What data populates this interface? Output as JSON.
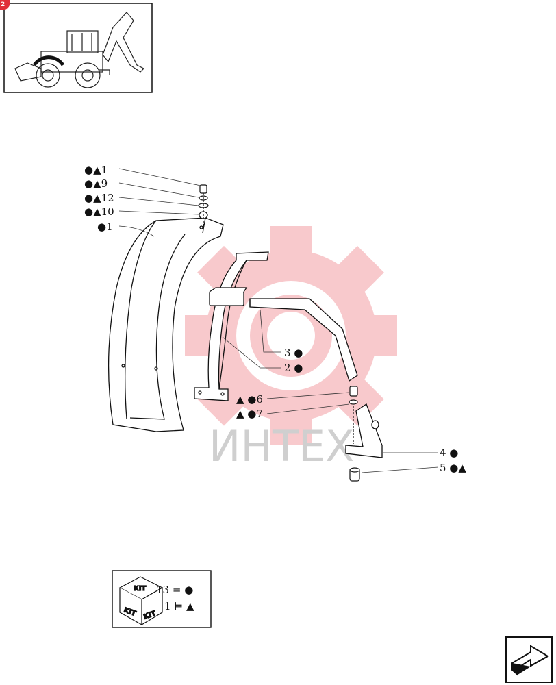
{
  "badge": {
    "text": "2",
    "color": "#e0303a"
  },
  "watermark": {
    "text": "ИНТЕХ",
    "gear_color": "#f6b8bc"
  },
  "callouts_left": [
    {
      "text": "●▲1"
    },
    {
      "text": "●▲9"
    },
    {
      "text": "●▲12"
    },
    {
      "text": "●▲10"
    },
    {
      "text": "●1"
    }
  ],
  "callouts_right": [
    {
      "text": "3 ●"
    },
    {
      "text": "2 ●"
    },
    {
      "text": "▲ ●6"
    },
    {
      "text": "▲ ●7"
    },
    {
      "text": "4 ●"
    },
    {
      "text": "5 ●▲"
    }
  ],
  "kit_legend": {
    "box_label": "KIT",
    "rows": [
      {
        "text": "13 = ●"
      },
      {
        "text": "1 ⊨ ▲"
      }
    ]
  },
  "icons": {
    "machine": "backhoe-loader-icon",
    "next": "next-page-arrow-icon"
  }
}
